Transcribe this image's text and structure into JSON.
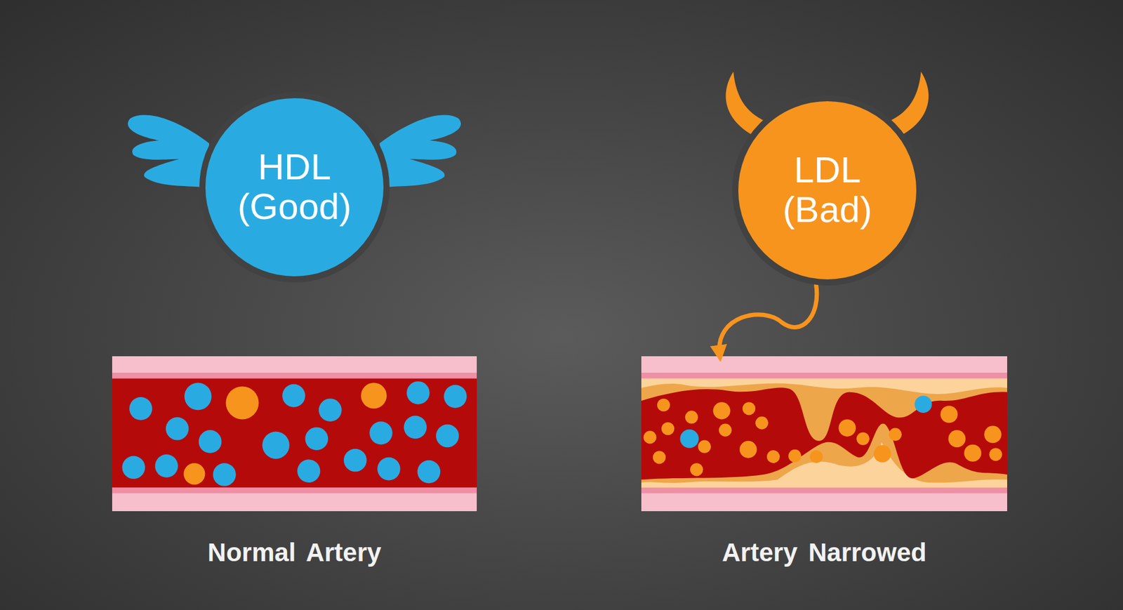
{
  "diagram": {
    "nodes": [
      {
        "text": [
          "HDL (Good)"
        ]
      },
      {
        "text": [
          "LDL (Bad)"
        ]
      },
      {
        "text": [
          "Normal Artery"
        ]
      },
      {
        "text": [
          "Artery Narrowed"
        ]
      }
    ],
    "edges": [
      {
        "from": 1,
        "to": 3,
        "arrow": "to"
      }
    ]
  }
}
